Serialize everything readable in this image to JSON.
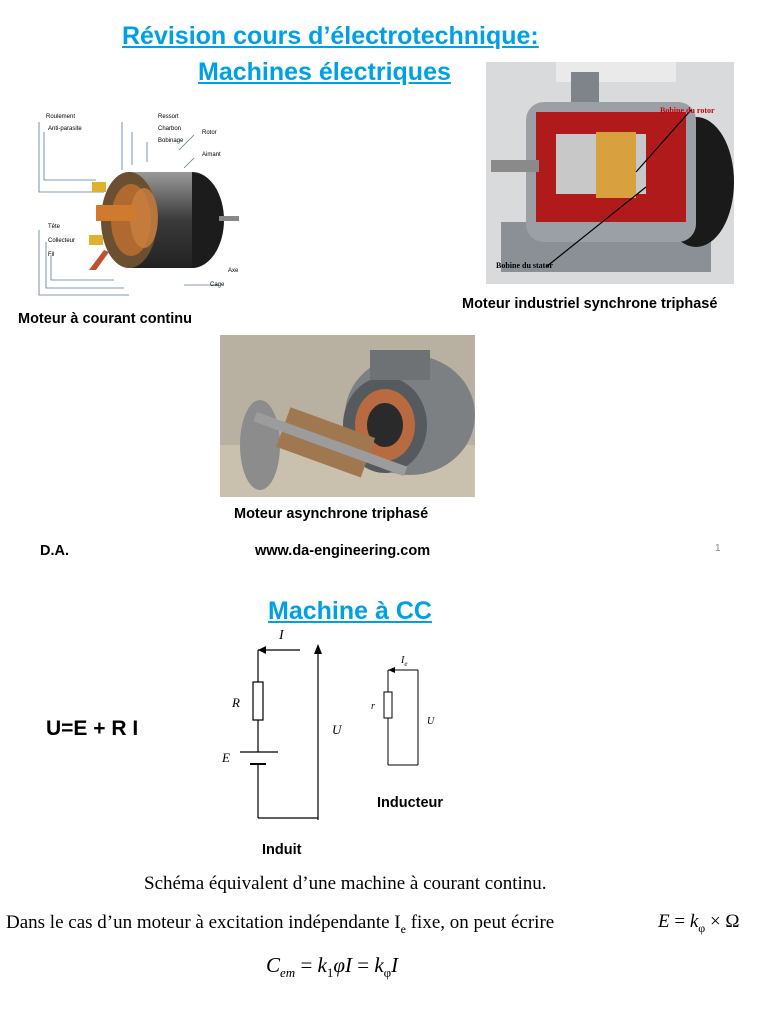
{
  "slide1": {
    "title_line1": "Révision cours d’électrotechnique:",
    "title_line2": "Machines électriques",
    "dc_motor": {
      "caption": "Moteur à courant continu",
      "labels": {
        "roulement": "Roulement",
        "antiparasite": "Anti-parasite",
        "ressort": "Ressort",
        "charbon": "Charbon",
        "bobinage": "Bobinage",
        "rotor": "Rotor",
        "aimant": "Aimant",
        "tete": "Tête",
        "collecteur": "Collecteur",
        "fil": "Fil",
        "axe": "Axe",
        "cage": "Cage"
      }
    },
    "sync_motor": {
      "caption": "Moteur industriel synchrone triphasé",
      "label_rotor": "Bobine du rotor",
      "label_stator": "Bobine du stator"
    },
    "async_motor": {
      "caption": "Moteur asynchrone triphasé"
    },
    "footer": {
      "author": "D.A.",
      "website": "www.da-engineering.com",
      "page_number": "1"
    }
  },
  "slide2": {
    "title": "Machine à CC",
    "equation": "U=E + R I",
    "circuit": {
      "current": "I",
      "resistor": "R",
      "emf": "E",
      "voltage": "U",
      "label": "Induit"
    },
    "field_circuit": {
      "current": "I",
      "current_sub": "e",
      "resistor": "r",
      "voltage": "U",
      "label": "Inducteur"
    },
    "caption": "Schéma équivalent d’une machine à courant continu.",
    "sentence": "Dans le cas d’un moteur à excitation indépendante I",
    "sentence_sub": "e",
    "sentence_tail": " fixe, on peut écrire",
    "formula1": {
      "lhs": "E",
      "eq": " = ",
      "k": "k",
      "k_sub": "φ",
      "times": " × ",
      "omega": "Ω"
    },
    "formula2": {
      "lhs": "C",
      "lhs_sub": "em",
      "eq1": " = ",
      "k1": "k",
      "k1_sub": "1",
      "phi": "φI",
      "eq2": " = ",
      "k": "k",
      "k_sub": "φ",
      "i": "I"
    }
  }
}
